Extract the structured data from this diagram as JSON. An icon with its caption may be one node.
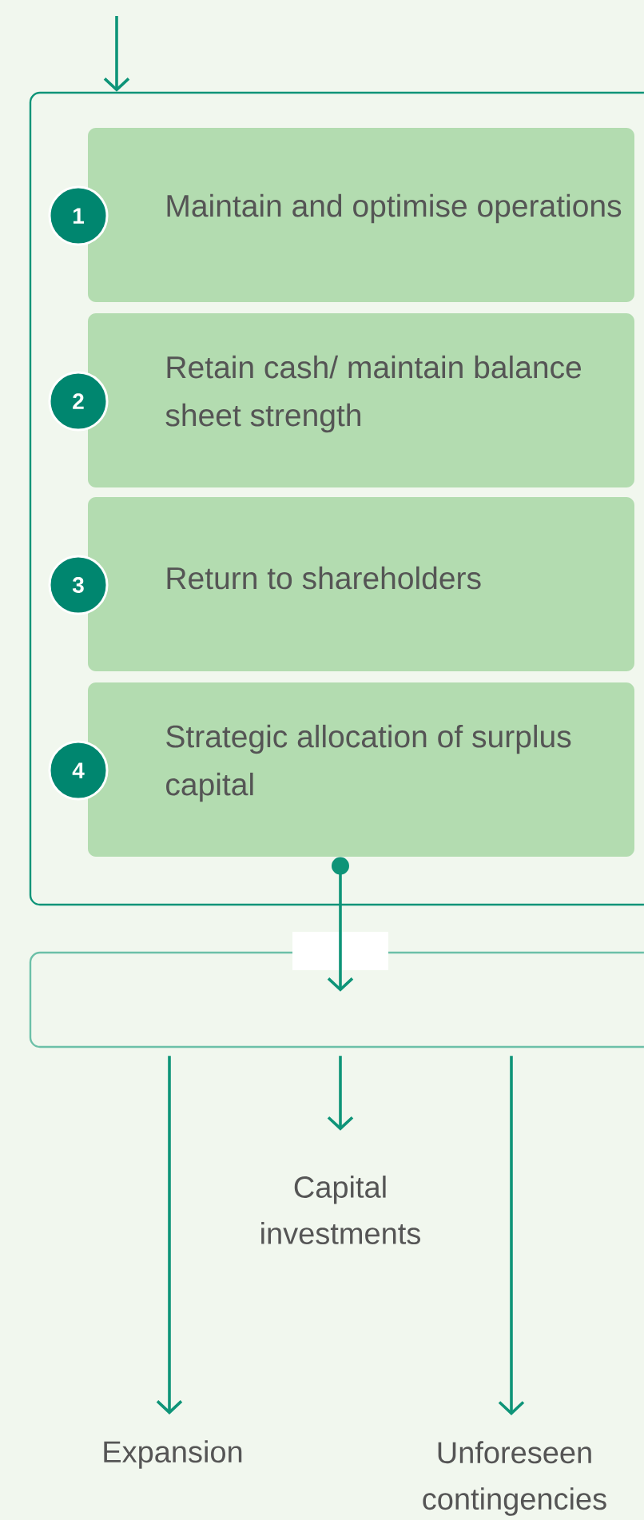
{
  "diagram": {
    "nodes": [
      {
        "text": [],
        "shape": "box"
      },
      {
        "text": [
          "Maintain and optimise operations"
        ],
        "in": 0
      },
      {
        "text": [
          "Retain cash/ maintain balance sheet strength"
        ],
        "in": 0
      },
      {
        "text": [
          "Return to shareholders"
        ],
        "in": 0
      },
      {
        "text": [
          "Strategic allocation of surplus capital"
        ],
        "in": 0
      },
      {
        "text": [
          "1"
        ],
        "in": 0
      },
      {
        "text": [
          "2"
        ],
        "in": 0
      },
      {
        "text": [
          "3"
        ],
        "in": 0
      },
      {
        "text": [
          "4"
        ],
        "in": 0
      },
      {
        "text": [],
        "shape": "box"
      },
      {
        "text": [
          "Capital investments"
        ]
      },
      {
        "text": [
          "Expansion"
        ]
      },
      {
        "text": [
          "Unforeseen contingencies"
        ]
      }
    ],
    "edges": [
      {
        "from": null,
        "to": 0,
        "arrow": "to"
      },
      {
        "from": 4,
        "to": 9,
        "arrow": "to"
      },
      {
        "from": 9,
        "to": 10,
        "arrow": "to"
      },
      {
        "from": 9,
        "to": 11,
        "arrow": "to"
      },
      {
        "from": 9,
        "to": 12,
        "arrow": "to"
      }
    ]
  }
}
